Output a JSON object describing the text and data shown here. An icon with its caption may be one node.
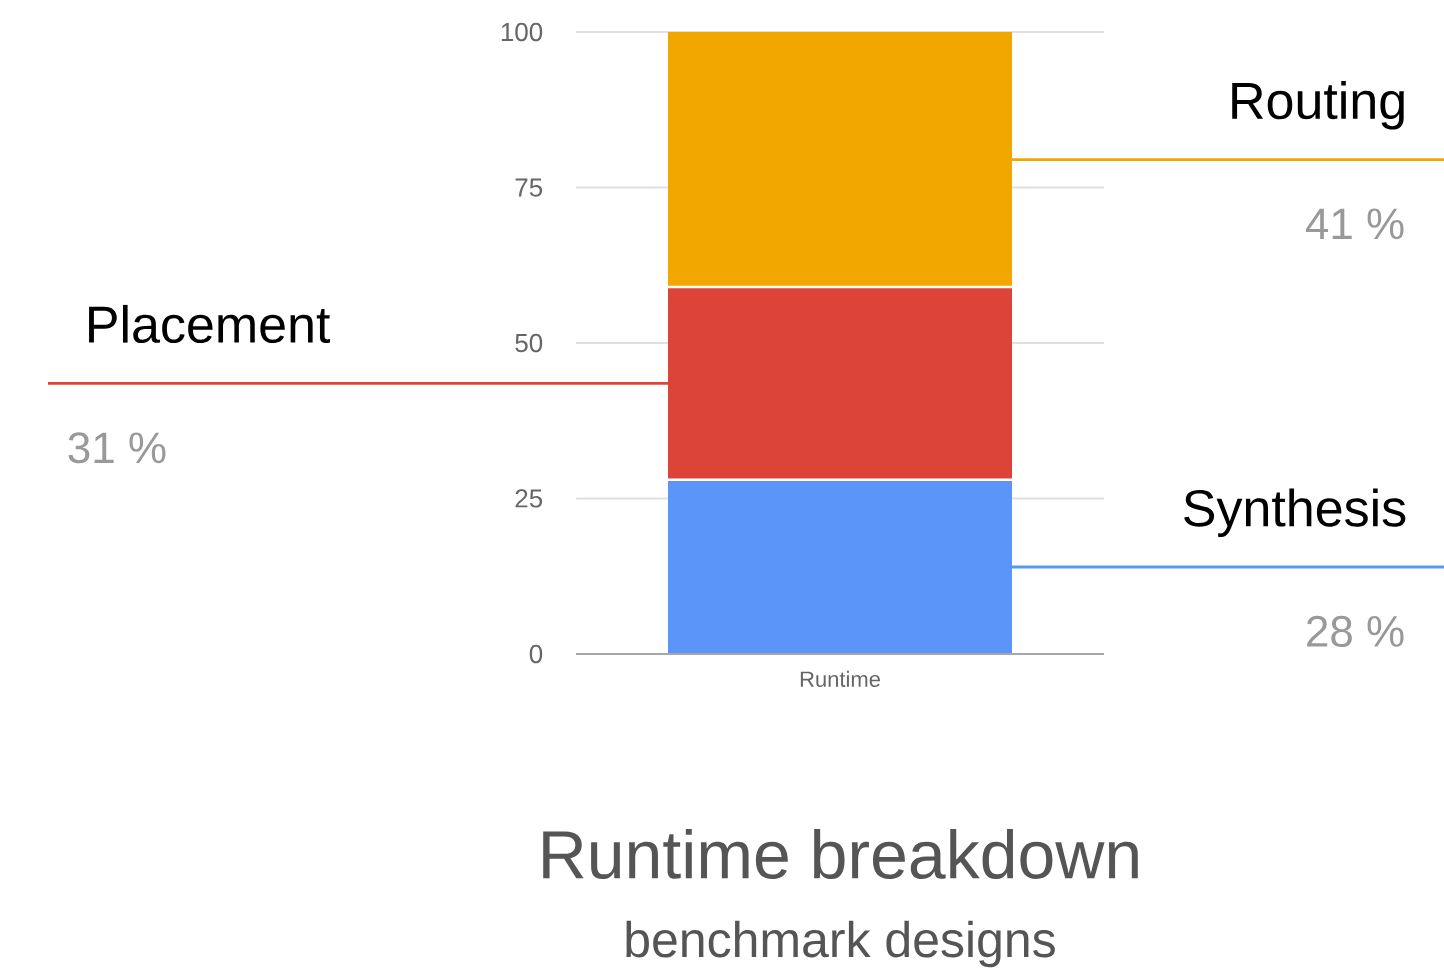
{
  "diagram": {
    "title": "Runtime breakdown",
    "caption": "benchmark designs",
    "nodes": [
      {
        "text": [
          "Routing"
        ],
        "beside": [
          "41 %"
        ]
      },
      {
        "text": [
          "Placement"
        ],
        "beside": [
          "31 %"
        ]
      },
      {
        "text": [
          "Synthesis"
        ],
        "beside": [
          "28 %"
        ]
      }
    ],
    "edges": [
      {
        "from": 0,
        "to": null,
        "arrow": "none",
        "color": "#f2a600"
      },
      {
        "from": 1,
        "to": null,
        "arrow": "none",
        "color": "#db4437"
      },
      {
        "from": 2,
        "to": null,
        "arrow": "none",
        "color": "#5b95f9"
      }
    ],
    "chart_data": {
      "type": "bar",
      "stacked": true,
      "categories": [
        "Runtime"
      ],
      "series": [
        {
          "color": "#5b95f9",
          "values": [
            28
          ]
        },
        {
          "color": "#db4437",
          "values": [
            31
          ]
        },
        {
          "color": "#f2a600",
          "values": [
            41
          ]
        }
      ],
      "ylim": [
        0,
        100
      ],
      "yticks": [
        0,
        25,
        50,
        75,
        100
      ],
      "grid": true
    }
  }
}
